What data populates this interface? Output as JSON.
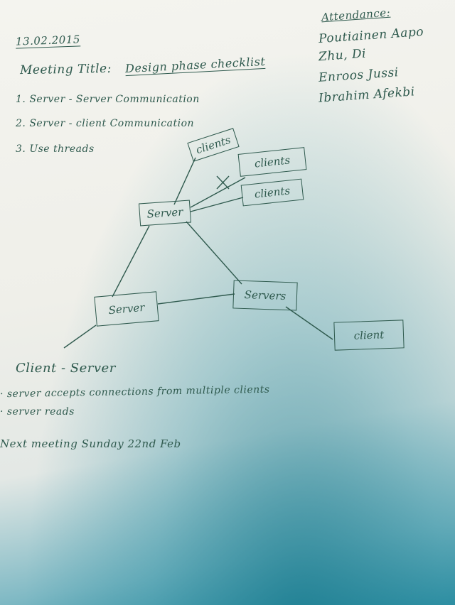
{
  "date": "13.02.2015",
  "meeting": {
    "title_label": "Meeting Title:",
    "title_value": "Design phase checklist"
  },
  "agenda": [
    {
      "number": "1.",
      "text": "Server - Server Communication"
    },
    {
      "number": "2.",
      "text": "Server - client Communication"
    },
    {
      "number": "3.",
      "text": "Use threads"
    }
  ],
  "attendance": {
    "heading": "Attendance:",
    "names": [
      "Poutiainen Aapo",
      "Zhu, Di",
      "Enroos Jussi",
      "Ibrahim Afekbi"
    ]
  },
  "diagram": {
    "nodes": {
      "server_top": "Server",
      "server_left": "Server",
      "server_right": "Servers",
      "client_1": "clients",
      "client_2": "clients",
      "client_3": "clients",
      "client_bottom": "client"
    }
  },
  "notes": {
    "section_title": "Client - Server",
    "bullets": [
      "server accepts connections from multiple clients",
      "server reads"
    ],
    "next_meeting": "Next meeting Sunday 22nd Feb"
  }
}
